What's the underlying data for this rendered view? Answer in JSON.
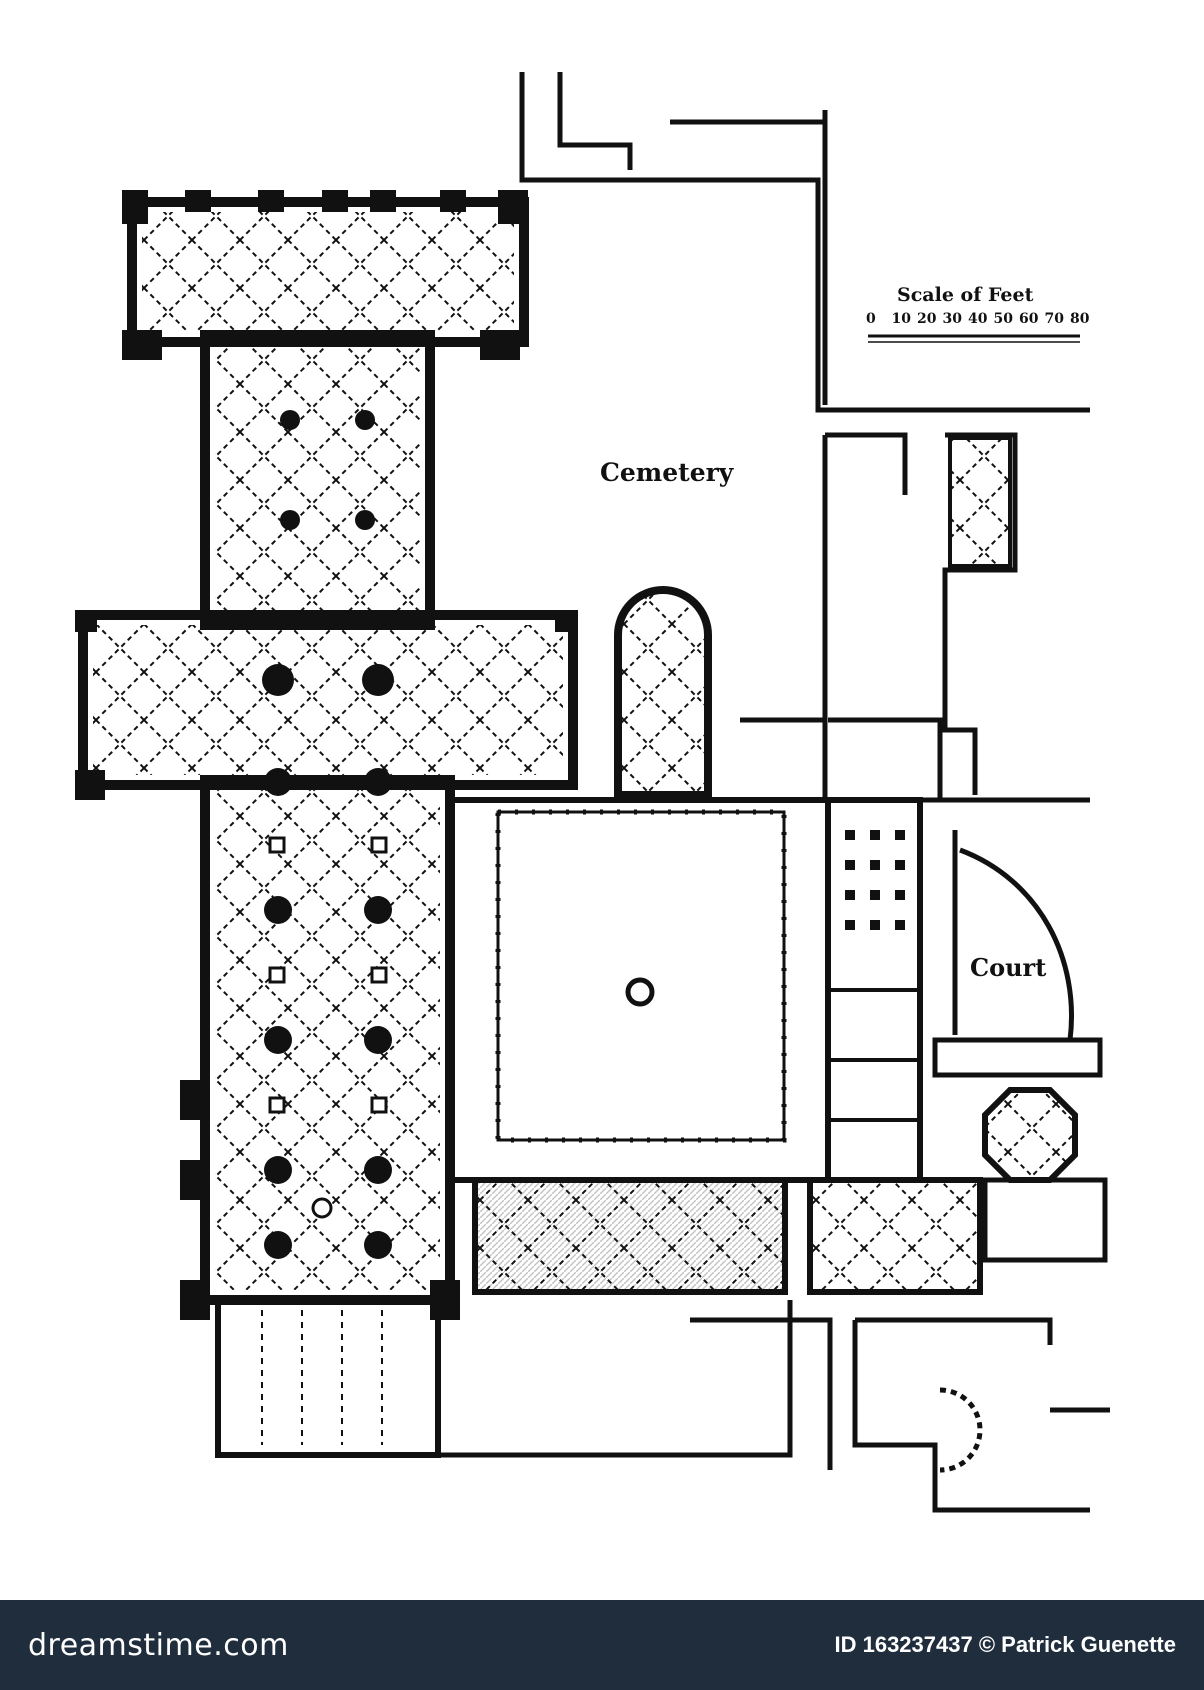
{
  "diagram": {
    "labels": {
      "cemetery": "Cemetery",
      "court": "Court",
      "scale_title": "Scale of Feet",
      "scale_ticks": [
        "0",
        "10",
        "20",
        "30",
        "40",
        "50",
        "60",
        "70",
        "80"
      ]
    }
  },
  "footer": {
    "logo": "dreamstime.com",
    "credit": "ID 163237437 © Patrick Guenette"
  },
  "colors": {
    "ink": "#111111",
    "footer_bg": "#1f2d3d",
    "footer_text": "#ffffff"
  }
}
